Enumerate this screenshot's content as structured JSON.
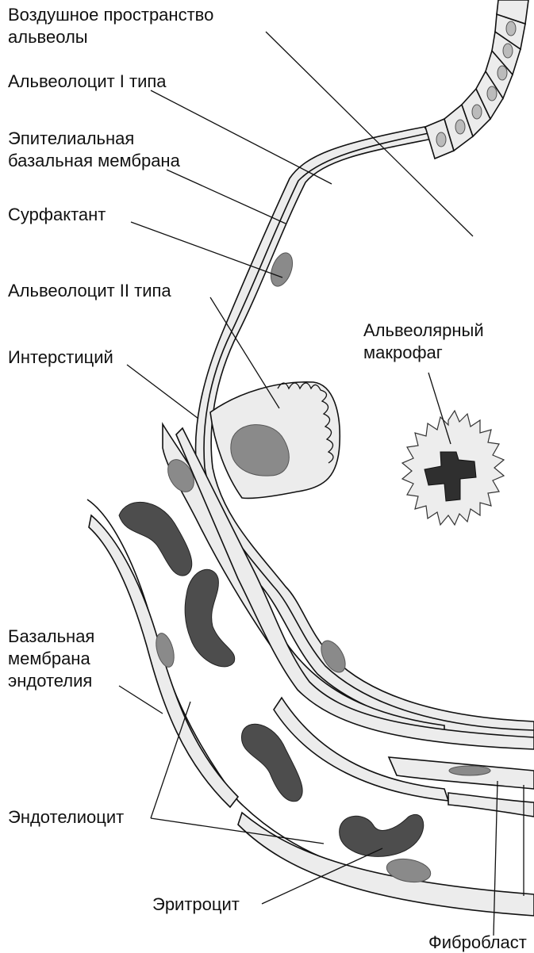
{
  "labels": {
    "alveolar_space_1": "Воздушное пространство",
    "alveolar_space_2": "альвеолы",
    "type1_alveolocyte": "Альвеолоцит I типа",
    "epithelial_bm_1": "Эпителиальная",
    "epithelial_bm_2": "базальная мембрана",
    "surfactant": "Сурфактант",
    "type2_alveolocyte": "Альвеолоцит II типа",
    "interstitium": "Интерстиций",
    "macrophage_1": "Альвеолярный",
    "macrophage_2": "макрофаг",
    "endothelial_bm_1": "Базальная",
    "endothelial_bm_2": "мембрана",
    "endothelial_bm_3": "эндотелия",
    "endotheliocyte": "Эндотелиоцит",
    "erythrocyte": "Эритроцит",
    "fibroblast": "Фибробласт"
  },
  "colors": {
    "line": "#111111",
    "cytoplasm": "#ececec",
    "nucleus": "#8a8a8a",
    "erythrocyte": "#4d4d4d",
    "macrophage_nucleus": "#2f2f2f"
  }
}
